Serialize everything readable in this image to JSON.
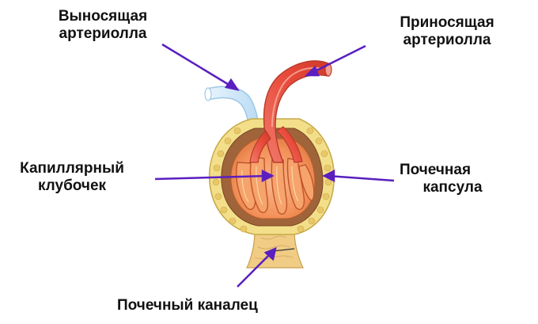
{
  "labels": {
    "efferent": {
      "line1": "Выносящая",
      "line2": "артериолла"
    },
    "afferent": {
      "line1": "Приносящая",
      "line2": "артериолла"
    },
    "glomerulus": {
      "line1": "Капиллярный",
      "line2": "клубочек"
    },
    "capsule": {
      "line1": "Почечная",
      "line2": "капсула"
    },
    "tubule": "Почечный каналец"
  },
  "colors": {
    "pointer": "#5a1fc0",
    "afferent_vessel": "#e84a3a",
    "efferent_vessel": "#c8e4f8",
    "capsule_wall": "#f3df8a",
    "capillary": "#f5945c",
    "tubule": "#f0cc85"
  }
}
